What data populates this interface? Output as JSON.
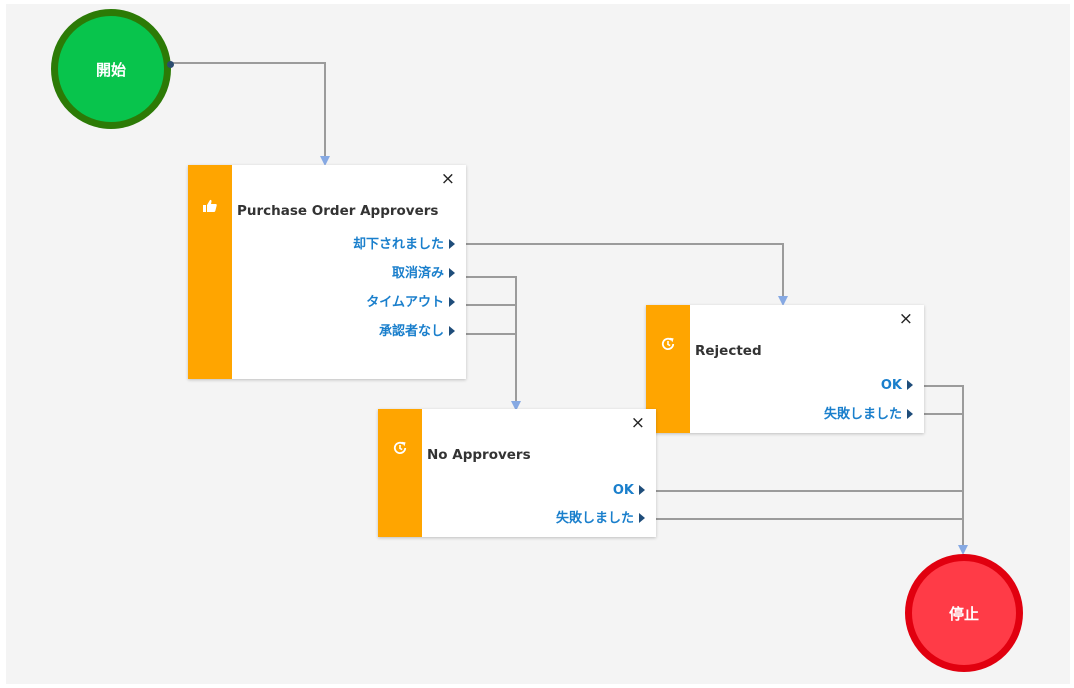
{
  "start": {
    "label": "開始"
  },
  "stop": {
    "label": "停止"
  },
  "close_glyph": "×",
  "colors": {
    "canvas": "#f4f4f4",
    "connector": "#9b9b9b",
    "arrowhead": "#86a9e3",
    "step_stripe": "#ffa500",
    "outcome_text": "#1a7fcc",
    "start_fill": "#08c44c",
    "stop_fill": "#ff3b47"
  },
  "nodes": {
    "purchase_order_approvers": {
      "icon": "thumbs-up-icon",
      "title": "Purchase Order Approvers",
      "outcomes": [
        "却下されました",
        "取消済み",
        "タイムアウト",
        "承認者なし"
      ]
    },
    "rejected": {
      "icon": "refresh-clock-icon",
      "title": "Rejected",
      "outcomes": [
        "OK",
        "失敗しました"
      ]
    },
    "no_approvers": {
      "icon": "refresh-clock-icon",
      "title": "No Approvers",
      "outcomes": [
        "OK",
        "失敗しました"
      ]
    }
  }
}
